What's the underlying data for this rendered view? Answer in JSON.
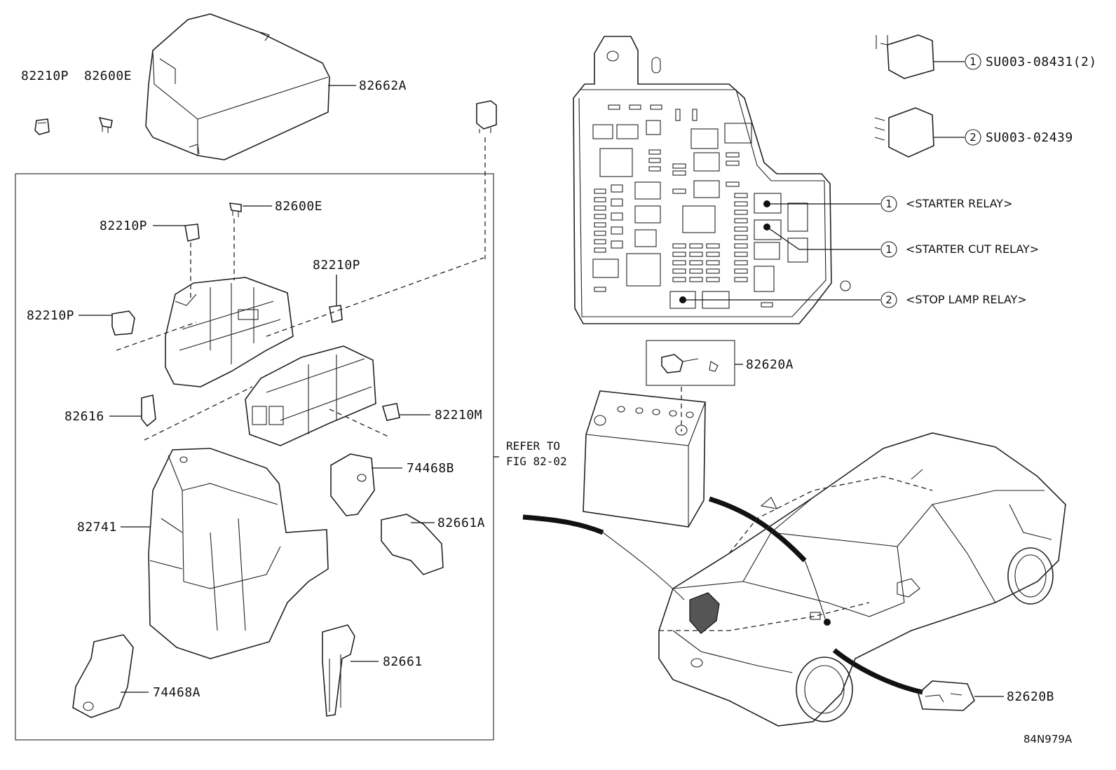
{
  "labels": {
    "p82210P_top": "82210P",
    "p82600E_top": "82600E",
    "p82662A": "82662A",
    "p82600E_mid": "82600E",
    "p82210P_a": "82210P",
    "p82210P_b": "82210P",
    "p82210P_c": "82210P",
    "p82616": "82616",
    "p82210M": "82210M",
    "p74468B": "74468B",
    "p82741": "82741",
    "p82661A": "82661A",
    "p82661": "82661",
    "p74468A": "74468A",
    "p82620A": "82620A",
    "p82620B": "82620B",
    "refer_line1": "REFER TO",
    "refer_line2": "FIG 82-02"
  },
  "relays": [
    {
      "num": "1",
      "part": "SU003-08431(2)"
    },
    {
      "num": "2",
      "part": "SU003-02439"
    }
  ],
  "relay_positions": [
    {
      "num": "1",
      "name": "<STARTER RELAY>"
    },
    {
      "num": "1",
      "name": "<STARTER CUT RELAY>"
    },
    {
      "num": "2",
      "name": "<STOP LAMP RELAY>"
    }
  ],
  "figure_id": "84N979A"
}
